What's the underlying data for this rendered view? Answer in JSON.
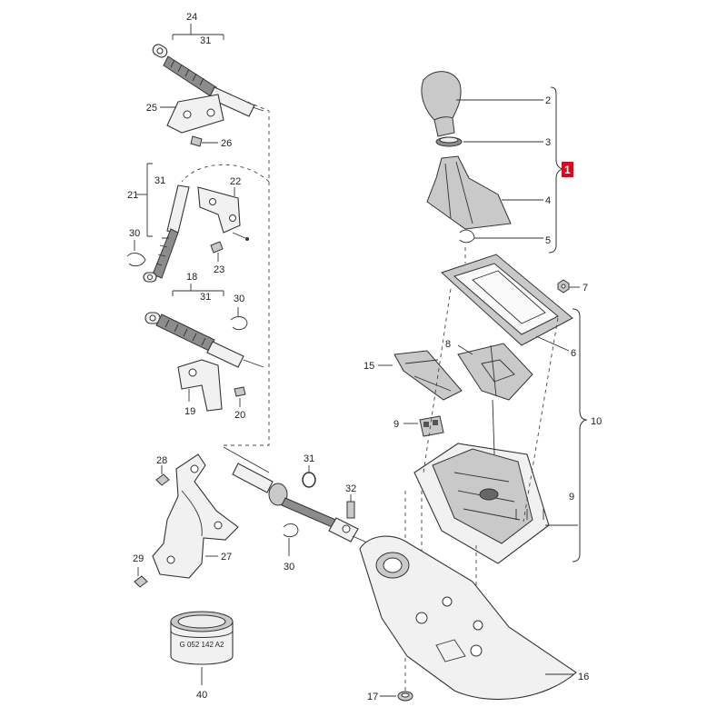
{
  "callouts": {
    "c1": "1",
    "c2": "2",
    "c3": "3",
    "c4": "4",
    "c5": "5",
    "c6": "6",
    "c7": "7",
    "c8": "8",
    "c9a": "9",
    "c9b": "9",
    "c10": "10",
    "c15": "15",
    "c16": "16",
    "c17": "17",
    "c18": "18",
    "c19": "19",
    "c20": "20",
    "c21": "21",
    "c22": "22",
    "c23": "23",
    "c24": "24",
    "c25": "25",
    "c26": "26",
    "c27": "27",
    "c28": "28",
    "c29": "29",
    "c30a": "30",
    "c30b": "30",
    "c30c": "30",
    "c31a": "31",
    "c31b": "31",
    "c31c": "31",
    "c31d": "31",
    "c32": "32",
    "c40": "40"
  },
  "filter_marking": "G 052 142 A2",
  "highlight_color": "#e0061a"
}
